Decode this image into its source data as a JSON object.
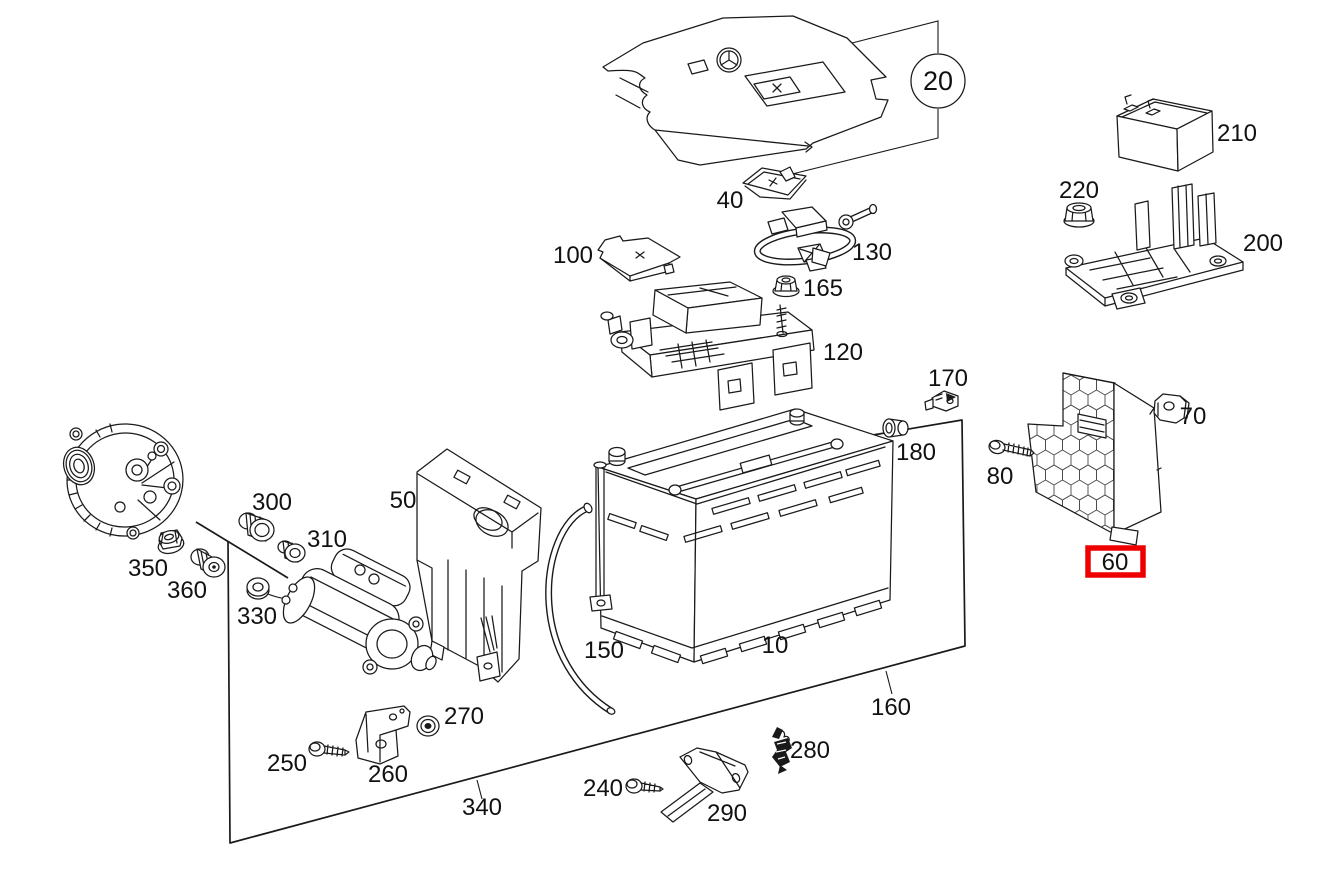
{
  "diagram": {
    "type": "exploded-parts-diagram",
    "background": "#ffffff",
    "line_color": "#1a1a1a",
    "highlight": {
      "part": "60",
      "color": "#ee0000"
    }
  },
  "labels": {
    "p10": "10",
    "p20": "20",
    "p40": "40",
    "p50": "50",
    "p60": "60",
    "p70": "70",
    "p80": "80",
    "p100": "100",
    "p120": "120",
    "p130": "130",
    "p150": "150",
    "p160": "160",
    "p165": "165",
    "p170": "170",
    "p180": "180",
    "p200": "200",
    "p210": "210",
    "p220": "220",
    "p240": "240",
    "p250": "250",
    "p260": "260",
    "p270": "270",
    "p280": "280",
    "p290": "290",
    "p300": "300",
    "p310": "310",
    "p330": "330",
    "p340": "340",
    "p350": "350",
    "p360": "360"
  }
}
